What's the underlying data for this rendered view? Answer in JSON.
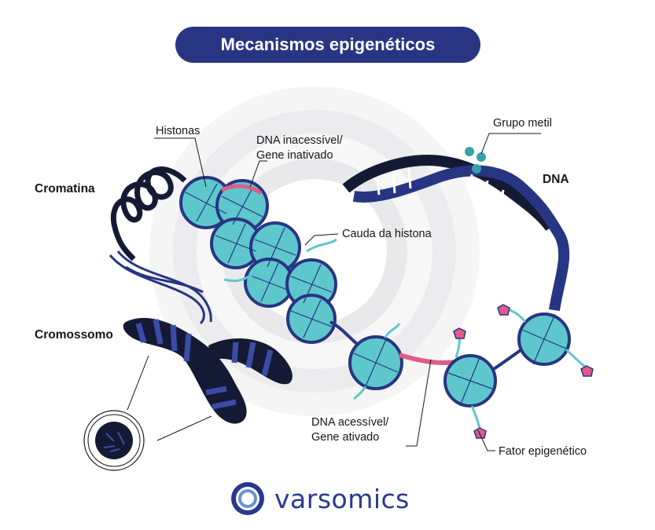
{
  "title": "Mecanismos epigenéticos",
  "labels": {
    "histonas": "Histonas",
    "dna_inacessivel_1": "DNA inacessível/",
    "dna_inacessivel_2": "Gene inativado",
    "grupo_metil": "Grupo metil",
    "dna": "DNA",
    "cromatina": "Cromatina",
    "cauda_histona": "Cauda da histona",
    "cromossomo": "Cromossomo",
    "dna_acessivel_1": "DNA acessível/",
    "dna_acessivel_2": "Gene ativado",
    "fator_epigenetico": "Fator epigenético"
  },
  "logo": {
    "text": "varsomics"
  },
  "colors": {
    "navy": "#273582",
    "dark": "#151a34",
    "teal": "#5ec7cc",
    "pink": "#e05a8c",
    "ring": "#f2f2f3"
  }
}
